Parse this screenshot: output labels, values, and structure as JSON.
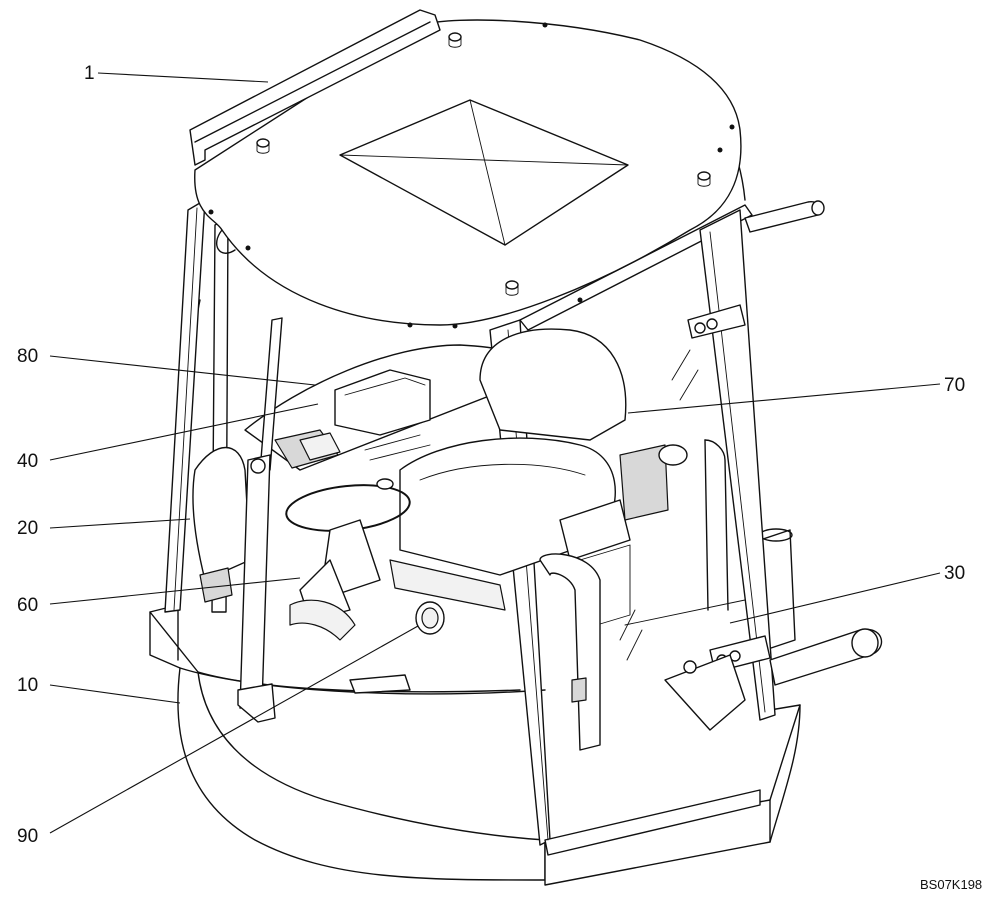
{
  "diagram": {
    "callouts": [
      {
        "id": "1",
        "label": "1"
      },
      {
        "id": "80",
        "label": "80"
      },
      {
        "id": "40",
        "label": "40"
      },
      {
        "id": "20",
        "label": "20"
      },
      {
        "id": "60",
        "label": "60"
      },
      {
        "id": "10",
        "label": "10"
      },
      {
        "id": "90",
        "label": "90"
      },
      {
        "id": "70",
        "label": "70"
      },
      {
        "id": "30",
        "label": "30"
      }
    ],
    "reference_code": "BS07K198"
  }
}
